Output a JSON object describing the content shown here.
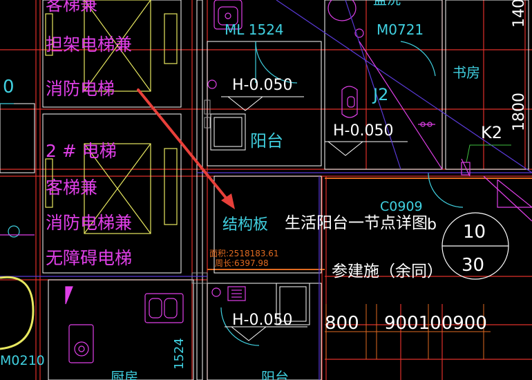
{
  "colors": {
    "background": "#000000",
    "magenta": "#e040e8",
    "yellow": "#e8e860",
    "red": "#e0302a",
    "orange": "#e06a20",
    "cyan": "#40d0e0",
    "white": "#ffffff",
    "purple": "#5a3ad8",
    "grey": "#9a9a9a",
    "green": "#40c040",
    "arrow": "#e8403a"
  },
  "labels": {
    "elevator_top": "客梯兼",
    "elevator1_line1": "担架电梯兼",
    "elevator1_line2": "消防电梯",
    "elevator2_title": "2 # 电梯",
    "elevator2_line1": "客梯兼",
    "elevator2_line2": "消防电梯兼",
    "elevator2_line3": "无障碍电梯",
    "left_zero": "0",
    "door_ml": "ML 1524",
    "door_m0721": "M0721",
    "room_top": "盥洗",
    "study": "书房",
    "height_1": "H-0.050",
    "height_2": "H-0.050",
    "height_3": "H-0.050",
    "balcony": "阳台",
    "jd2": "J2",
    "k2": "K2",
    "dim_1800": "1800",
    "dim_1400": "140",
    "window_c0909": "C0909",
    "structural_slab": "结构板",
    "detail_note": "生活阳台一节点详图",
    "detail_b": "b",
    "detail_num_top": "10",
    "detail_num_bottom": "30",
    "ref_note": "参建施（余同）",
    "area_label": "面积:2518183.61",
    "perimeter_label": "周长:6397.98",
    "dim_800": "800",
    "dim_900": "900100900",
    "door_m0210": "M0210",
    "dim_1524": "1524",
    "bottom_room": "厨房",
    "bottom_balcony": "阳台"
  }
}
